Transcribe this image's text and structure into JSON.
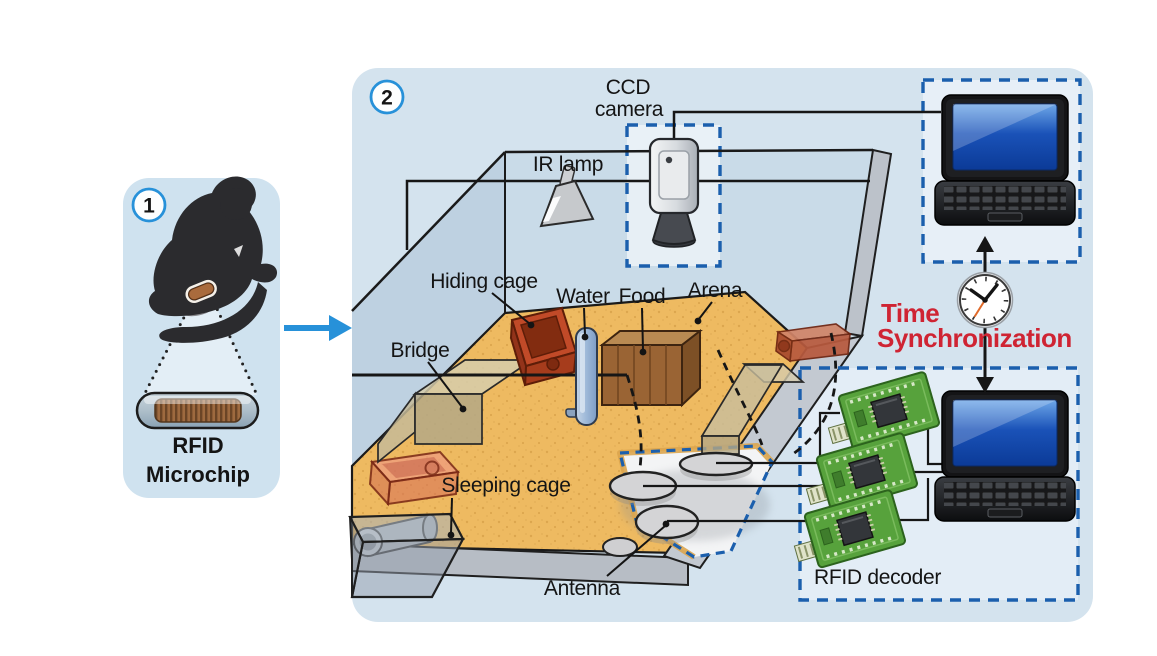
{
  "figure": {
    "panel1": {
      "number": "1",
      "microchip_label_line1": "RFID",
      "microchip_label_line2": "Microchip"
    },
    "panel2": {
      "number": "2",
      "labels": {
        "ccd_line1": "CCD",
        "ccd_line2": "camera",
        "ir_lamp": "IR lamp",
        "hiding_cage": "Hiding cage",
        "water": "Water",
        "food": "Food",
        "arena": "Arena",
        "bridge": "Bridge",
        "sleeping_cage": "Sleeping cage",
        "antenna": "Antenna",
        "rfid_decoder": "RFID decoder",
        "time_sync_line1": "Time",
        "time_sync_line2": "Synchronization"
      }
    },
    "colors": {
      "panel_background": "#d4e3ee",
      "dashed_border_blue": "#1b5fad",
      "arrow_blue": "#2791d9",
      "sand_floor": "#edbb61",
      "time_sync_red": "#cf2433",
      "cage_red": "#c14a28",
      "circuit_board_green": "#57a23c",
      "laptop_screen_blue": "#1a52b8"
    }
  }
}
